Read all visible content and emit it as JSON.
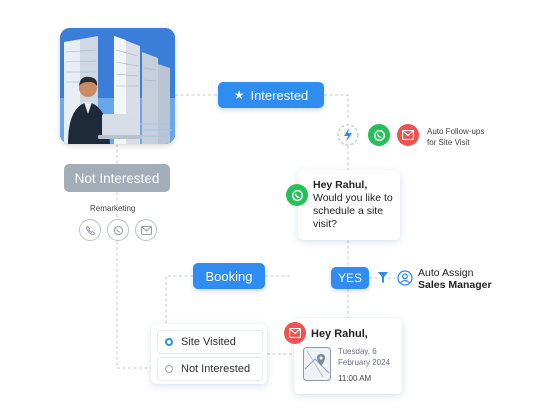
{
  "nodes": {
    "interested": "Interested",
    "not_interested": "Not Interested",
    "remarketing": "Remarketing",
    "auto_followups_line1": "Auto Follow-ups",
    "auto_followups_line2": "for Site Visit",
    "message1_greeting": "Hey Rahul,",
    "message1_body": "Would you like to schedule a site visit?",
    "yes": "YES",
    "auto_assign_line1": "Auto Assign",
    "auto_assign_line2": "Sales Manager",
    "booking": "Booking",
    "option_site_visited": "Site Visited",
    "option_not_interested": "Not Interested",
    "message2_greeting": "Hey Rahul,",
    "message2_date": "Tuesday, 6 February 2024",
    "message2_time": "11:00 AM"
  },
  "icons": {
    "interested": "star-icon",
    "followup_trigger": "lightning-gear-icon",
    "whatsapp": "whatsapp-icon",
    "email": "email-icon",
    "phone": "phone-icon",
    "filter": "filter-icon",
    "user": "user-icon",
    "map": "map-icon"
  },
  "colors": {
    "accent": "#2f8cf0",
    "muted": "#a3adb7",
    "whatsapp": "#25c05a",
    "email": "#ee5353"
  }
}
